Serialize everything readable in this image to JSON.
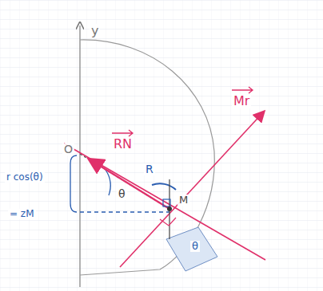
{
  "diagram": {
    "labels": [
      "y",
      "RN",
      "Mr",
      "O",
      "R",
      "θ",
      "M",
      "r cos(θ)",
      "= zM",
      "θ"
    ]
  }
}
